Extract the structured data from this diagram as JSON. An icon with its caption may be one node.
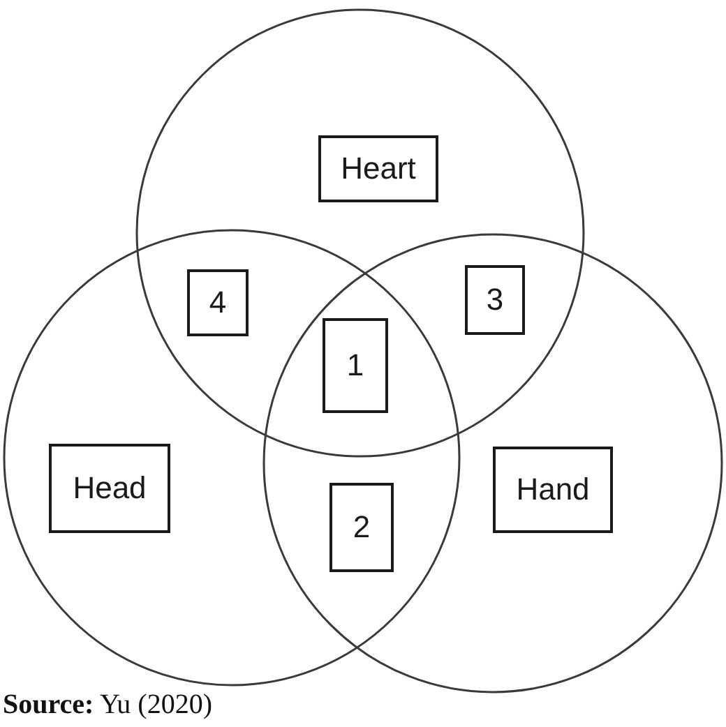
{
  "diagram": {
    "caption": "**Source:** Yu (2020)",
    "nodes": [
      {
        "text": [],
        "shape": "circle"
      },
      {
        "text": [],
        "shape": "circle"
      },
      {
        "text": [],
        "shape": "circle"
      },
      {
        "text": [
          "Heart"
        ],
        "in": 0
      },
      {
        "text": [
          "4"
        ]
      },
      {
        "text": [
          "3"
        ]
      },
      {
        "text": [
          "1"
        ]
      },
      {
        "text": [
          "Head"
        ],
        "in": 1
      },
      {
        "text": [
          "Hand"
        ],
        "in": 2
      },
      {
        "text": [
          "2"
        ]
      }
    ]
  }
}
